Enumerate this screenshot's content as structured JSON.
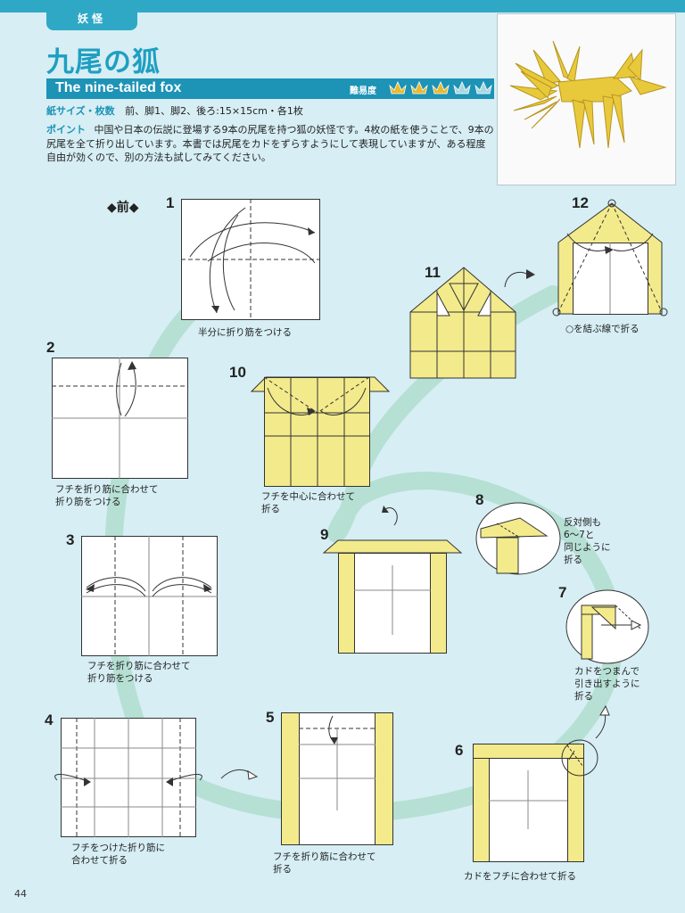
{
  "header": {
    "category": "妖怪",
    "title_ja": "九尾の狐",
    "title_en": "The nine-tailed fox",
    "difficulty_label": "難易度",
    "difficulty": 3,
    "difficulty_max": 5
  },
  "spec": {
    "label": "紙サイズ・枚数",
    "value": "前、脚1、脚2、後ろ:15×15cm・各1枚"
  },
  "point": {
    "label": "ポイント",
    "text": "中国や日本の伝説に登場する9本の尻尾を持つ狐の妖怪です。4枚の紙を使うことで、9本の尻尾を全て折り出しています。本書では尻尾をカドをずらすようにして表現していますが、ある程度自由が効くので、別の方法も試してみてください。"
  },
  "section_label": "◆前◆",
  "steps": {
    "s1": {
      "num": "1",
      "caption": "半分に折り筋をつける"
    },
    "s2": {
      "num": "2",
      "caption": "フチを折り筋に合わせて\n折り筋をつける"
    },
    "s3": {
      "num": "3",
      "caption": "フチを折り筋に合わせて\n折り筋をつける"
    },
    "s4": {
      "num": "4",
      "caption": "フチをつけた折り筋に\n合わせて折る"
    },
    "s5": {
      "num": "5",
      "caption": "フチを折り筋に合わせて\n折る"
    },
    "s6": {
      "num": "6",
      "caption": "カドをフチに合わせて折る"
    },
    "s7": {
      "num": "7",
      "caption": "カドをつまんで\n引き出すように\n折る"
    },
    "s8": {
      "num": "8",
      "caption": "反対側も\n6〜7と\n同じように\n折る"
    },
    "s9": {
      "num": "9",
      "caption": ""
    },
    "s10": {
      "num": "10",
      "caption": "フチを中心に合わせて\n折る"
    },
    "s11": {
      "num": "11",
      "caption": ""
    },
    "s12": {
      "num": "12",
      "caption": "○を結ぶ線で折る"
    }
  },
  "page_number": "44",
  "colors": {
    "accent": "#1d93b6",
    "background": "#d6eef4",
    "path": "#b5e0d3",
    "paper_yellow": "#f3ea8c",
    "crown_active": "#e9b92e",
    "crown_inactive": "#a9d8e0"
  }
}
